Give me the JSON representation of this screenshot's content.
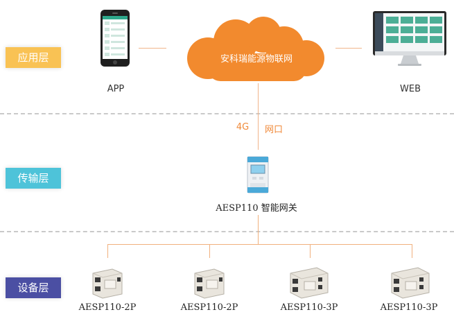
{
  "layers": {
    "application": "应用层",
    "transport": "传输层",
    "device": "设备层"
  },
  "cloud": {
    "label": "安科瑞能源物联网"
  },
  "app": {
    "label": "APP"
  },
  "web": {
    "label": "WEB"
  },
  "link": {
    "cellular": "4G",
    "ethernet": "网口"
  },
  "gateway": {
    "label": "AESP110 智能网关"
  },
  "devices": [
    {
      "label": "AESP110-2P"
    },
    {
      "label": "AESP110-2P"
    },
    {
      "label": "AESP110-3P"
    },
    {
      "label": "AESP110-3P"
    }
  ],
  "colors": {
    "application_layer": "#f9c254",
    "transport_layer": "#4ec3d9",
    "device_layer": "#4b4fa3",
    "cloud": "#f28a2e",
    "link_text": "#f08a3a"
  }
}
